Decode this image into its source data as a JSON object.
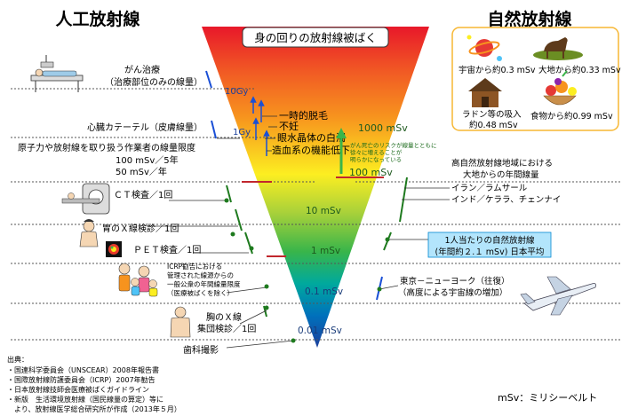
{
  "header": {
    "left_title": "人工放射線",
    "right_title": "自然放射線",
    "center_title": "身の回りの放射線被ばく"
  },
  "scale": {
    "labels": [
      "10Gy",
      "1Gy",
      "1000 mSv",
      "100 mSv",
      "10 mSv",
      "1 mSv",
      "0.1 mSv",
      "0.01 mSv"
    ]
  },
  "effects": [
    "一時的脱毛",
    "不妊",
    "眼水晶体の白濁",
    "造血系の機能低下"
  ],
  "cancer_note": [
    "がん死亡のリスクが線量とともに",
    "徐々に増えることが",
    "明らかになっている"
  ],
  "artificial": [
    {
      "lines": [
        "がん治療",
        "（治療部位のみの線量）"
      ]
    },
    {
      "lines": [
        "心臓カテーテル（皮膚線量）"
      ]
    },
    {
      "lines": [
        "原子力や放射線を取り扱う作業者の線量限度",
        "100 mSv／5年",
        "50 mSv／年"
      ]
    },
    {
      "lines": [
        "ＣＴ検査／1回"
      ]
    },
    {
      "lines": [
        "胃のＸ線検診／1回"
      ]
    },
    {
      "lines": [
        "ＰＥＴ検査／1回"
      ]
    },
    {
      "lines": [
        "ICRP勧告における",
        "管理された線源からの",
        "一般公衆の年間線量限度",
        "（医療被ばくを除く）"
      ]
    },
    {
      "lines": [
        "胸のＸ線",
        "集団検診／1回"
      ]
    },
    {
      "lines": [
        "歯科撮影"
      ]
    }
  ],
  "natural": {
    "cosmic": {
      "label": "宇宙から約0.3 mSv"
    },
    "ground": {
      "label": "大地から約0.33 mSv"
    },
    "radon": {
      "lines": [
        "ラドン等の吸入",
        "約0.48 mSv"
      ]
    },
    "food": {
      "lines": [
        "食物から約0.99 mSv"
      ]
    },
    "high_area": {
      "lines": [
        "高自然放射線地域における",
        "大地からの年間線量"
      ]
    },
    "high_area_places": [
      "イラン／ラムサール",
      "インド／ケララ、チェンナイ"
    ],
    "average_box": {
      "lines": [
        "1人当たりの自然放射線",
        "(年間約２.１ mSv) 日本平均"
      ]
    },
    "flight": {
      "lines": [
        "東京－ニューヨーク（往復）",
        "（高度による宇宙線の増加）"
      ]
    }
  },
  "sources": {
    "heading": "出典：",
    "items": [
      "・国連科学委員会（UNSCEAR）2008年報告書",
      "・国際放射線防護委員会（ICRP）2007年勧告",
      "・日本放射線技師会医療被ばくガイドライン",
      "・新版　生活環境放射線（国民線量の算定）等に",
      "　より、放射線医学総合研究所が作成（2013年５月）"
    ]
  },
  "unit_note": "mSv：ミリシーベルト",
  "colors": {
    "triangle_stops": [
      "#e8182a",
      "#f15a24",
      "#f7931e",
      "#fcee21",
      "#a8d13a",
      "#39b54a",
      "#00a99d",
      "#0071bc",
      "#1b3f9c"
    ],
    "marker_blue": "#1a4fd6",
    "marker_green": "#1e7a1e",
    "marker_red": "#c1272d",
    "average_box_bg": "#b3e5fc",
    "natural_box_border": "#f7b733",
    "arrow_green": "#3ab54a"
  },
  "icons": [
    "patient-on-bed-icon",
    "ct-scanner-icon",
    "person-icon",
    "pet-scan-icon",
    "family-icon",
    "saturn-planet-icon",
    "horse-on-land-icon",
    "house-icon",
    "fruit-basket-icon",
    "airplane-icon"
  ]
}
